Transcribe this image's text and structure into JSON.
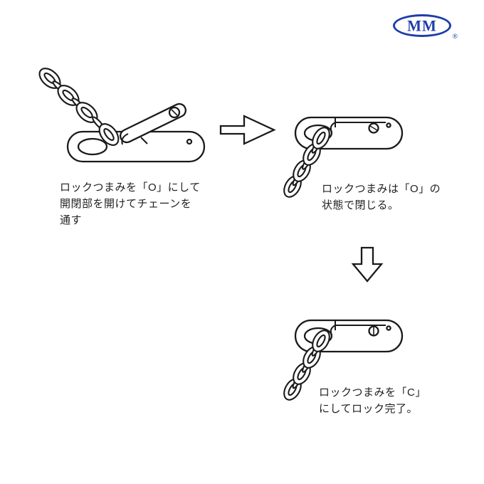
{
  "logo": {
    "text": "MM",
    "registered": "®",
    "color": "#1e3ea8"
  },
  "diagram": {
    "title_hint": "snap-hook chain locking instructions",
    "line_color": "#1a1a1a",
    "background": "#ffffff"
  },
  "steps": [
    {
      "id": 1,
      "illustration": "snap-hook-open-with-chain",
      "lines": [
        "ロックつまみを「O」にして",
        "開閉部を開けてチェーンを",
        "通す"
      ]
    },
    {
      "id": 2,
      "illustration": "snap-hook-closed-with-chain",
      "lines": [
        "ロックつまみは「O」の",
        "状態で閉じる。"
      ]
    },
    {
      "id": 3,
      "illustration": "snap-hook-locked-with-chain",
      "lines": [
        "ロックつまみを「C」",
        "にしてロック完了。"
      ]
    }
  ],
  "icons": [
    {
      "name": "right-arrow-icon",
      "meaning": "next step"
    },
    {
      "name": "down-arrow-icon",
      "meaning": "next step"
    }
  ]
}
